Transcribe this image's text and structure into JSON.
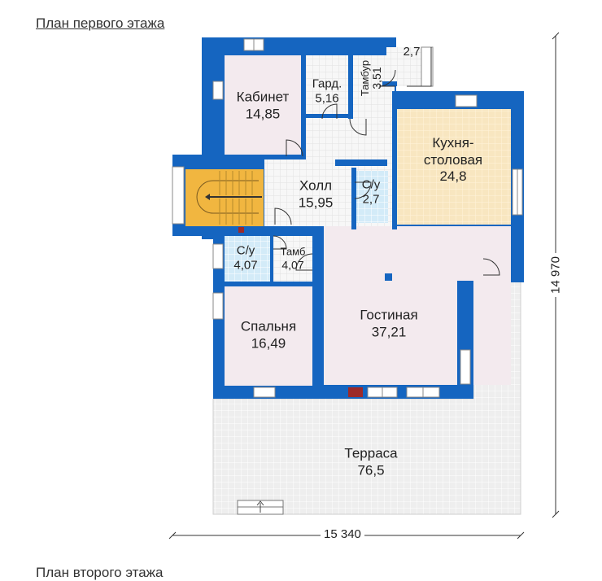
{
  "page": {
    "title": "План первого этажа",
    "next_title": "План второго этажа"
  },
  "rooms": {
    "cabinet": {
      "name": "Кабинет",
      "area": "14,85"
    },
    "garderob": {
      "name": "Гард.",
      "area": "5,16"
    },
    "tambur_top": {
      "name": "Тамбур",
      "area": "3,51"
    },
    "porch": {
      "area": "2,7"
    },
    "kitchen": {
      "name_line1": "Кухня-",
      "name_line2": "столовая",
      "area": "24,8"
    },
    "hall": {
      "name": "Холл",
      "area": "15,95"
    },
    "wc_top": {
      "name": "С/у",
      "area": "2,7"
    },
    "wc_bottom": {
      "name": "С/у",
      "area": "4,07"
    },
    "tamb_bottom": {
      "name": "Тамб",
      "area": "4,07"
    },
    "living": {
      "name": "Гостиная",
      "area": "37,21"
    },
    "bedroom": {
      "name": "Спальня",
      "area": "16,49"
    },
    "terrace": {
      "name": "Терраса",
      "area": "76,5"
    }
  },
  "dimensions": {
    "width": "15 340",
    "height": "14 970"
  },
  "colors": {
    "wall": "#1565c0",
    "room_fill": "#f3eaee",
    "kitchen_fill": "#f7e3b9",
    "wet_fill": "#cfe8f8",
    "stair_fill": "#f1b640",
    "terrace_fill": "#e6e6e6",
    "window": "#ffffff"
  }
}
